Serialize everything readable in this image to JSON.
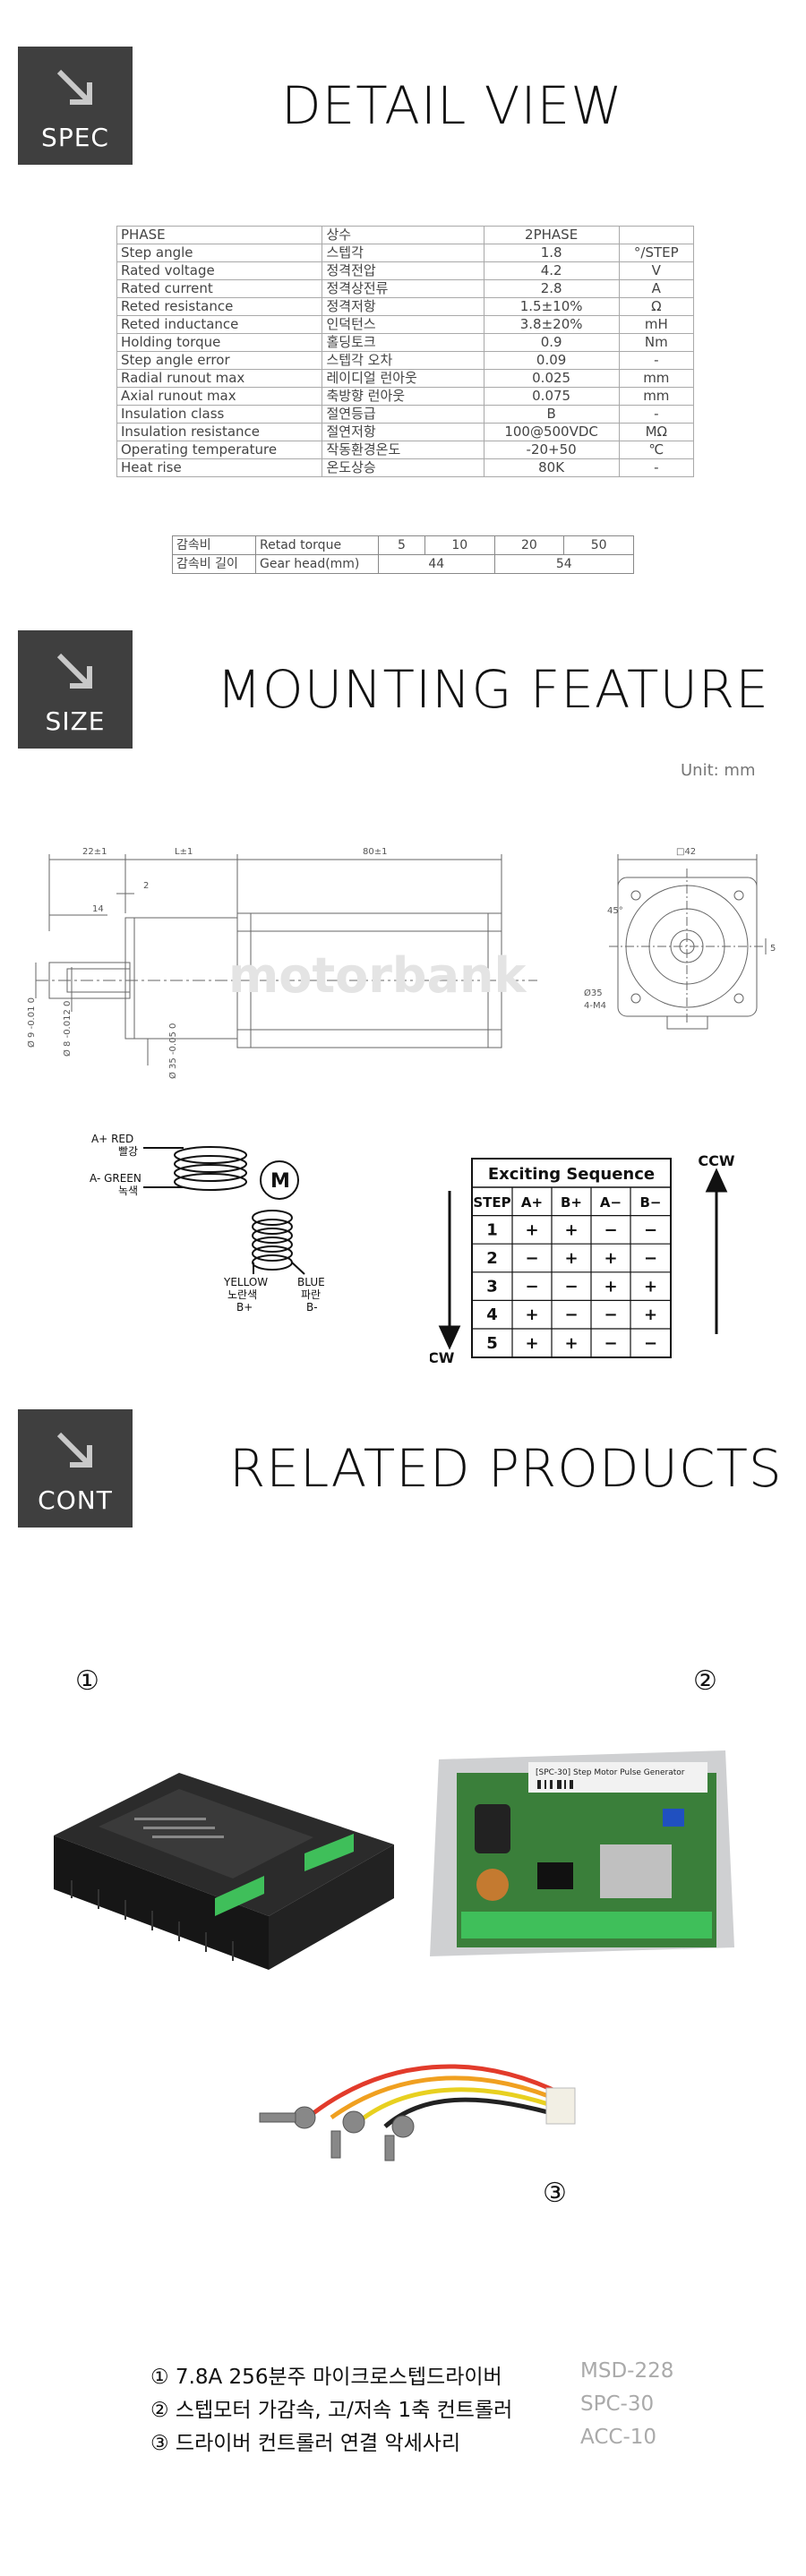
{
  "sections": {
    "spec": {
      "badge": "SPEC",
      "title": "DETAIL VIEW"
    },
    "size": {
      "badge": "SIZE",
      "title": "MOUNTING FEATURE"
    },
    "cont": {
      "badge": "CONT",
      "title": "RELATED PRODUCTS"
    }
  },
  "spec_table": [
    [
      "PHASE",
      "상수",
      "2PHASE",
      ""
    ],
    [
      "Step angle",
      "스텝각",
      "1.8",
      "°/STEP"
    ],
    [
      "Rated voltage",
      "정격전압",
      "4.2",
      "V"
    ],
    [
      "Rated current",
      "정격상전류",
      "2.8",
      "A"
    ],
    [
      "Reted resistance",
      "정격저항",
      "1.5±10%",
      "Ω"
    ],
    [
      "Reted inductance",
      "인덕턴스",
      "3.8±20%",
      "mH"
    ],
    [
      "Holding torque",
      "홀딩토크",
      "0.9",
      "Nm"
    ],
    [
      "Step angle error",
      "스텝각 오차",
      "0.09",
      "-"
    ],
    [
      "Radial runout max",
      "레이디얼 런아웃",
      "0.025",
      "mm"
    ],
    [
      "Axial runout max",
      "축방향 런아웃",
      "0.075",
      "mm"
    ],
    [
      "Insulation class",
      "절연등급",
      "B",
      "-"
    ],
    [
      "Insulation resistance",
      "절연저항",
      "100@500VDC",
      "MΩ"
    ],
    [
      "Operating temperature",
      "작동환경온도",
      "-20+50",
      "℃"
    ],
    [
      "Heat rise",
      "온도상승",
      "80K",
      "-"
    ]
  ],
  "gear_table": {
    "row1": {
      "kr": "감속비",
      "en": "Retad torque",
      "v": [
        "5",
        "10",
        "20",
        "50"
      ]
    },
    "row2": {
      "kr": "감속비 길이",
      "en": "Gear head(mm)",
      "v": [
        "44",
        "54"
      ]
    }
  },
  "unit_label": "Unit: mm",
  "dimensions": {
    "d1": "22±1",
    "d2": "L±1",
    "d3": "80±1",
    "d4": "14",
    "d5": "2",
    "d6": "Ø 9 -0.01 0",
    "d7": "Ø 8 -0.012 0",
    "d8": "Ø 35 -0.05 0",
    "sq": "□42",
    "ang": "45°",
    "hole": "Ø35",
    "screw": "4-M4",
    "five": "5"
  },
  "watermark": "motorbank",
  "wiring": {
    "a_plus": "A+ RED",
    "a_plus_kr": "빨강",
    "a_minus": "A- GREEN",
    "a_minus_kr": "녹색",
    "motor": "M",
    "yellow": "YELLOW",
    "yellow_kr": "노란색",
    "b_plus": "B+",
    "blue": "BLUE",
    "blue_kr": "파란",
    "b_minus": "B-"
  },
  "sequence": {
    "title": "Exciting Sequence",
    "headers": [
      "STEP",
      "A+",
      "B+",
      "A−",
      "B−"
    ],
    "rows": [
      [
        "1",
        "+",
        "+",
        "−",
        "−"
      ],
      [
        "2",
        "−",
        "+",
        "+",
        "−"
      ],
      [
        "3",
        "−",
        "−",
        "+",
        "+"
      ],
      [
        "4",
        "+",
        "−",
        "−",
        "+"
      ],
      [
        "5",
        "+",
        "+",
        "−",
        "−"
      ]
    ],
    "ccw": "CCW",
    "cw": "CW"
  },
  "products": {
    "marks": [
      "①",
      "②",
      "③"
    ],
    "pcb_label": "[SPC-30] Step Motor Pulse Generator",
    "list": [
      {
        "name": "① 7.8A 256분주 마이크로스텝드라이버",
        "model": "MSD-228"
      },
      {
        "name": "② 스텝모터 가감속, 고/저속 1축 컨트롤러",
        "model": "SPC-30"
      },
      {
        "name": "③ 드라이버 컨트롤러 연결 악세사리",
        "model": "ACC-10"
      }
    ]
  }
}
